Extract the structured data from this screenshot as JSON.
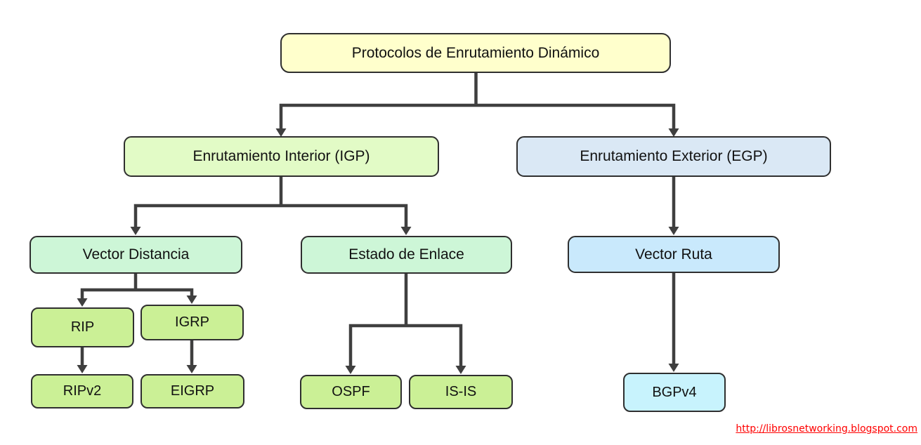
{
  "diagram": {
    "title": "Protocolos de Enrutamiento Dinámico",
    "line_color": "#3F3F3F",
    "nodes": {
      "root": {
        "label": "Protocolos de Enrutamiento Dinámico",
        "fill": "#FFFFCC"
      },
      "igp": {
        "label": "Enrutamiento Interior (IGP)",
        "fill": "#E2FBC6"
      },
      "egp": {
        "label": "Enrutamiento Exterior (EGP)",
        "fill": "#DAE8F5"
      },
      "vd": {
        "label": "Vector Distancia",
        "fill": "#CDF6D7"
      },
      "ee": {
        "label": "Estado de Enlace",
        "fill": "#CDF6D7"
      },
      "vr": {
        "label": "Vector Ruta",
        "fill": "#C9E9FC"
      },
      "rip": {
        "label": "RIP",
        "fill": "#CBF096"
      },
      "igrp": {
        "label": "IGRP",
        "fill": "#CBF096"
      },
      "ripv2": {
        "label": "RIPv2",
        "fill": "#CBF096"
      },
      "eigrp": {
        "label": "EIGRP",
        "fill": "#CBF096"
      },
      "ospf": {
        "label": "OSPF",
        "fill": "#CBF096"
      },
      "isis": {
        "label": "IS-IS",
        "fill": "#CBF096"
      },
      "bgpv4": {
        "label": "BGPv4",
        "fill": "#C8F3FD"
      }
    },
    "edges": [
      {
        "from": "root",
        "to": "igp"
      },
      {
        "from": "root",
        "to": "egp"
      },
      {
        "from": "igp",
        "to": "vd"
      },
      {
        "from": "igp",
        "to": "ee"
      },
      {
        "from": "egp",
        "to": "vr"
      },
      {
        "from": "vd",
        "to": "rip"
      },
      {
        "from": "vd",
        "to": "igrp"
      },
      {
        "from": "rip",
        "to": "ripv2"
      },
      {
        "from": "igrp",
        "to": "eigrp"
      },
      {
        "from": "ee",
        "to": "ospf"
      },
      {
        "from": "ee",
        "to": "isis"
      },
      {
        "from": "vr",
        "to": "bgpv4"
      }
    ]
  },
  "footer": {
    "link_text": "http://librosnetworking.blogspot.com",
    "link_color": "#FF0000"
  }
}
